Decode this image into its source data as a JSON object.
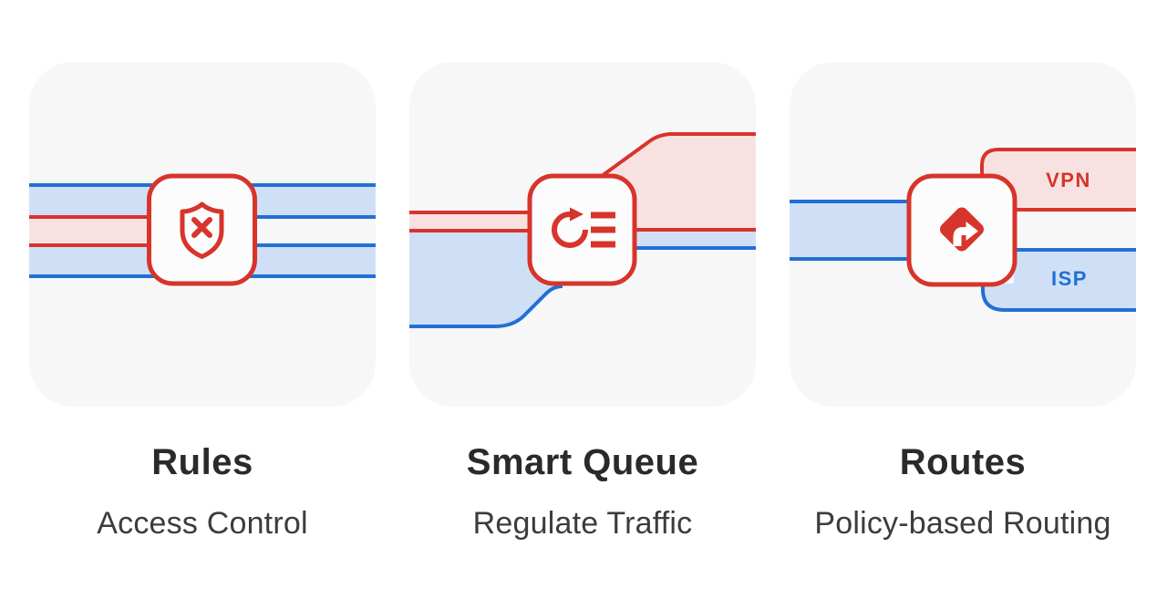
{
  "colors": {
    "page_bg": "#ffffff",
    "card_bg": "#f7f7f8",
    "icon_box_bg": "#fcfcfd",
    "red": "#d7342b",
    "blue": "#2170d4",
    "pink_fill": "#f8e2e1",
    "blue_fill": "#cfe0f6",
    "title_text": "#2a2a2a",
    "subtitle_text": "#3c3c3c"
  },
  "cards": [
    {
      "title": "Rules",
      "subtitle": "Access Control",
      "icon": "shield-x-icon"
    },
    {
      "title": "Smart Queue",
      "subtitle": "Regulate Traffic",
      "icon": "rotate-queue-icon"
    },
    {
      "title": "Routes",
      "subtitle": "Policy-based Routing",
      "icon": "turn-right-diamond-icon",
      "labels": [
        "VPN",
        "ISP"
      ]
    }
  ]
}
